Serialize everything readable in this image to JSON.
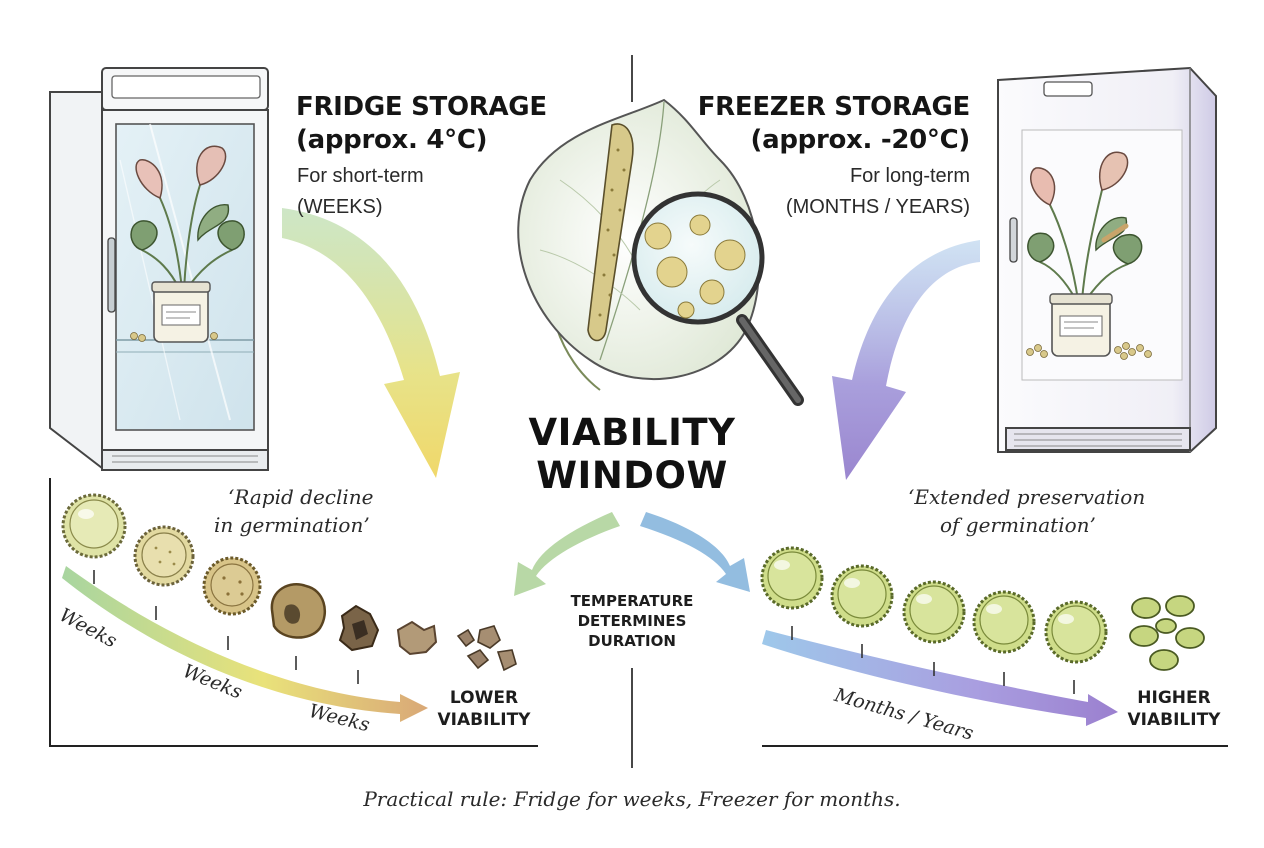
{
  "fridge": {
    "title_line1": "FRIDGE STORAGE",
    "title_line2": "(approx. 4°C)",
    "subtitle_line1": "For short-term",
    "subtitle_line2": "(WEEKS)",
    "quote_line1": "‘Rapid decline",
    "quote_line2": "in germination’",
    "timeline_labels": [
      "Weeks",
      "Weeks",
      "Weeks"
    ],
    "end_label_line1": "LOWER",
    "end_label_line2": "VIABILITY",
    "gradient_colors": [
      "#a8d5a0",
      "#e9e27a",
      "#d9b07a"
    ]
  },
  "freezer": {
    "title_line1": "FREEZER STORAGE",
    "title_line2": "(approx. -20°C)",
    "subtitle_line1": "For long-term",
    "subtitle_line2": "(MONTHS / YEARS)",
    "quote_line1": "‘Extended preservation",
    "quote_line2": "of germination’",
    "timeline_label": "Months / Years",
    "end_label_line1": "HIGHER",
    "end_label_line2": "VIABILITY",
    "gradient_colors": [
      "#9ec8ea",
      "#a99ee0",
      "#9b80cf"
    ]
  },
  "center": {
    "title_line1": "VIABILITY",
    "title_line2": "WINDOW",
    "note_line1": "TEMPERATURE",
    "note_line2": "DETERMINES",
    "note_line3": "DURATION"
  },
  "footer": {
    "rule": "Practical rule: Fridge for weeks, Freezer for months."
  },
  "icons": [
    "fridge-icon",
    "freezer-icon",
    "anthurium-flower-icon",
    "magnifying-glass-icon",
    "pollen-grain-icon",
    "plant-jar-icon"
  ]
}
